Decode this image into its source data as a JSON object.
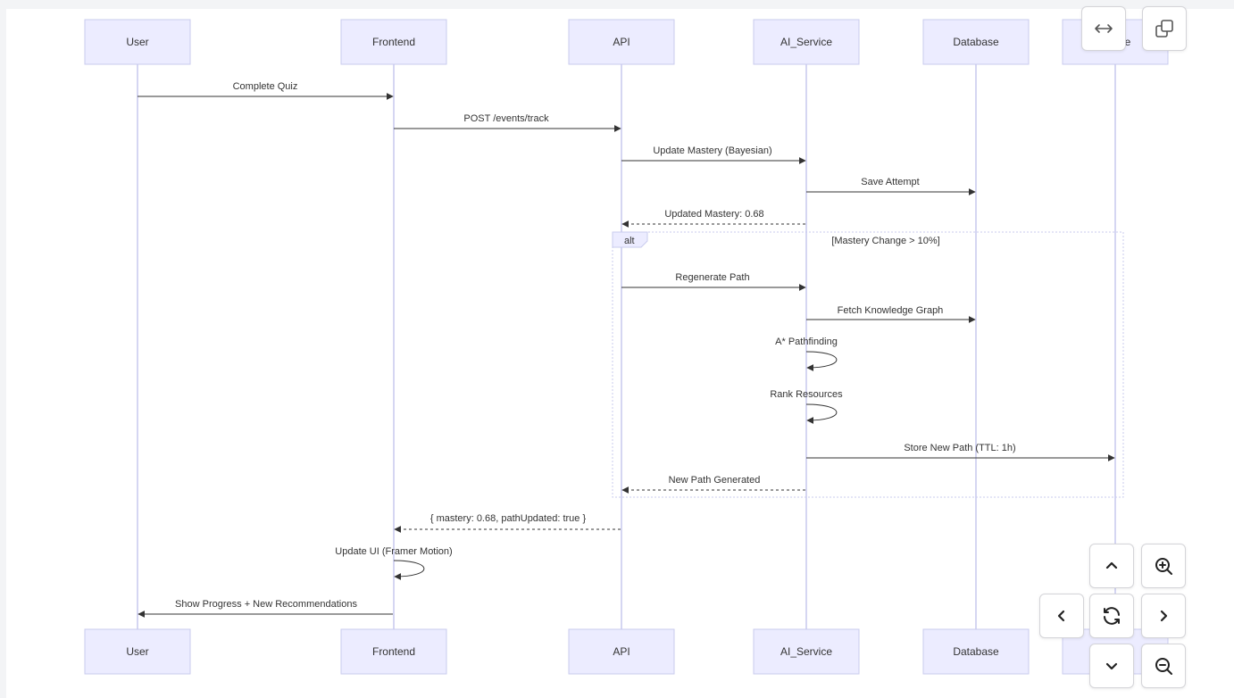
{
  "diagram": {
    "type": "sequence",
    "participants": [
      "User",
      "Frontend",
      "API",
      "AI_Service",
      "Database",
      "Cache"
    ],
    "messages": [
      {
        "from": "User",
        "to": "Frontend",
        "text": "Complete Quiz",
        "style": "solid"
      },
      {
        "from": "Frontend",
        "to": "API",
        "text": "POST /events/track",
        "style": "solid"
      },
      {
        "from": "API",
        "to": "AI_Service",
        "text": "Update Mastery (Bayesian)",
        "style": "solid"
      },
      {
        "from": "AI_Service",
        "to": "Database",
        "text": "Save Attempt",
        "style": "solid"
      },
      {
        "from": "AI_Service",
        "to": "API",
        "text": "Updated Mastery: 0.68",
        "style": "dashed"
      },
      {
        "from": "API",
        "to": "AI_Service",
        "text": "Regenerate Path",
        "style": "solid"
      },
      {
        "from": "AI_Service",
        "to": "Database",
        "text": "Fetch Knowledge Graph",
        "style": "solid"
      },
      {
        "from": "AI_Service",
        "to": "AI_Service",
        "text": "A* Pathfinding",
        "style": "self"
      },
      {
        "from": "AI_Service",
        "to": "AI_Service",
        "text": "Rank Resources",
        "style": "self"
      },
      {
        "from": "AI_Service",
        "to": "Cache",
        "text": "Store New Path (TTL: 1h)",
        "style": "solid"
      },
      {
        "from": "AI_Service",
        "to": "API",
        "text": "New Path Generated",
        "style": "dashed"
      },
      {
        "from": "API",
        "to": "Frontend",
        "text": "{ mastery: 0.68, pathUpdated: true }",
        "style": "dashed"
      },
      {
        "from": "Frontend",
        "to": "Frontend",
        "text": "Update UI (Framer Motion)",
        "style": "self"
      },
      {
        "from": "Frontend",
        "to": "User",
        "text": "Show Progress + New Recommendations",
        "style": "solid"
      }
    ],
    "alt": {
      "tag": "alt",
      "condition": "[Mastery Change > 10%]"
    }
  },
  "controls": {
    "fit_width": "arrows-horizontal-icon",
    "copy": "copy-icon",
    "pan_up": "chevron-up-icon",
    "zoom_in": "zoom-in-icon",
    "pan_left": "chevron-left-icon",
    "reset": "refresh-icon",
    "pan_right": "chevron-right-icon",
    "pan_down": "chevron-down-icon",
    "zoom_out": "zoom-out-icon"
  }
}
